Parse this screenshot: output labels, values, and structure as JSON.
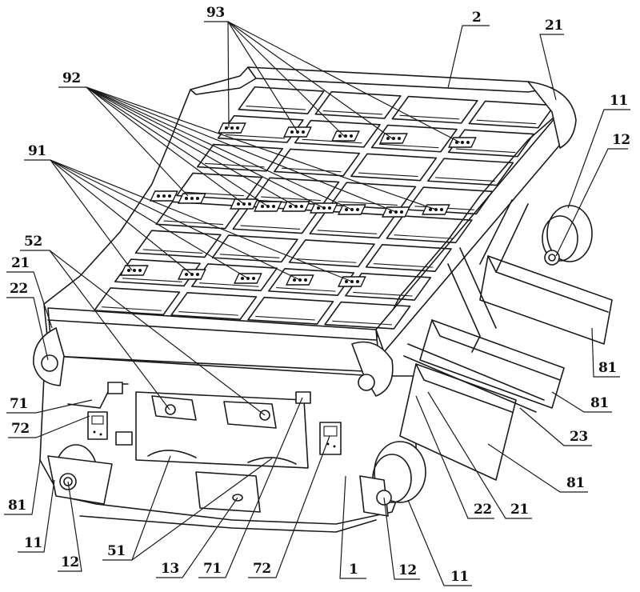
{
  "figure": {
    "type": "patent mechanical drawing",
    "view": "isometric assembly",
    "line_color": "#1a1a1a",
    "background": "#ffffff"
  },
  "labels": [
    {
      "id": "93",
      "text": "93",
      "target": "top sensor row"
    },
    {
      "id": "2",
      "text": "2",
      "target": "upper frame"
    },
    {
      "id": "21a",
      "text": "21",
      "target": "upper frame roller (rear right)"
    },
    {
      "id": "92",
      "text": "92",
      "target": "middle sensor row"
    },
    {
      "id": "11a",
      "text": "11",
      "target": "wheel (rear right)"
    },
    {
      "id": "12a",
      "text": "12",
      "target": "axle (rear right)"
    },
    {
      "id": "91",
      "text": "91",
      "target": "front sensor row"
    },
    {
      "id": "52",
      "text": "52",
      "target": "mounting hole pair"
    },
    {
      "id": "21b",
      "text": "21",
      "target": "upper frame roller (front left)"
    },
    {
      "id": "22a",
      "text": "22",
      "target": "roller guide (front left)"
    },
    {
      "id": "81a",
      "text": "81",
      "target": "rail bracket (upper right)"
    },
    {
      "id": "71a",
      "text": "71",
      "target": "switch (left)"
    },
    {
      "id": "72a",
      "text": "72",
      "target": "switch base (left)"
    },
    {
      "id": "81b",
      "text": "81",
      "target": "rail bracket (middle right)"
    },
    {
      "id": "23",
      "text": "23",
      "target": "side guide"
    },
    {
      "id": "81c",
      "text": "81",
      "target": "rail bracket (lower right)"
    },
    {
      "id": "81d",
      "text": "81",
      "target": "rail bracket (left)"
    },
    {
      "id": "22b",
      "text": "22",
      "target": "roller guide (front right)"
    },
    {
      "id": "21c",
      "text": "21",
      "target": "upper frame roller (front right)"
    },
    {
      "id": "11b",
      "text": "11",
      "target": "wheel (front left)"
    },
    {
      "id": "12b",
      "text": "12",
      "target": "axle (front left)"
    },
    {
      "id": "51",
      "text": "51",
      "target": "lower rollers"
    },
    {
      "id": "13",
      "text": "13",
      "target": "base hole"
    },
    {
      "id": "71b",
      "text": "71",
      "target": "switch (right)"
    },
    {
      "id": "72b",
      "text": "72",
      "target": "switch base (right)"
    },
    {
      "id": "1",
      "text": "1",
      "target": "base frame"
    },
    {
      "id": "12c",
      "text": "12",
      "target": "axle (front right)"
    },
    {
      "id": "11c",
      "text": "11",
      "target": "wheel (front right)"
    }
  ]
}
